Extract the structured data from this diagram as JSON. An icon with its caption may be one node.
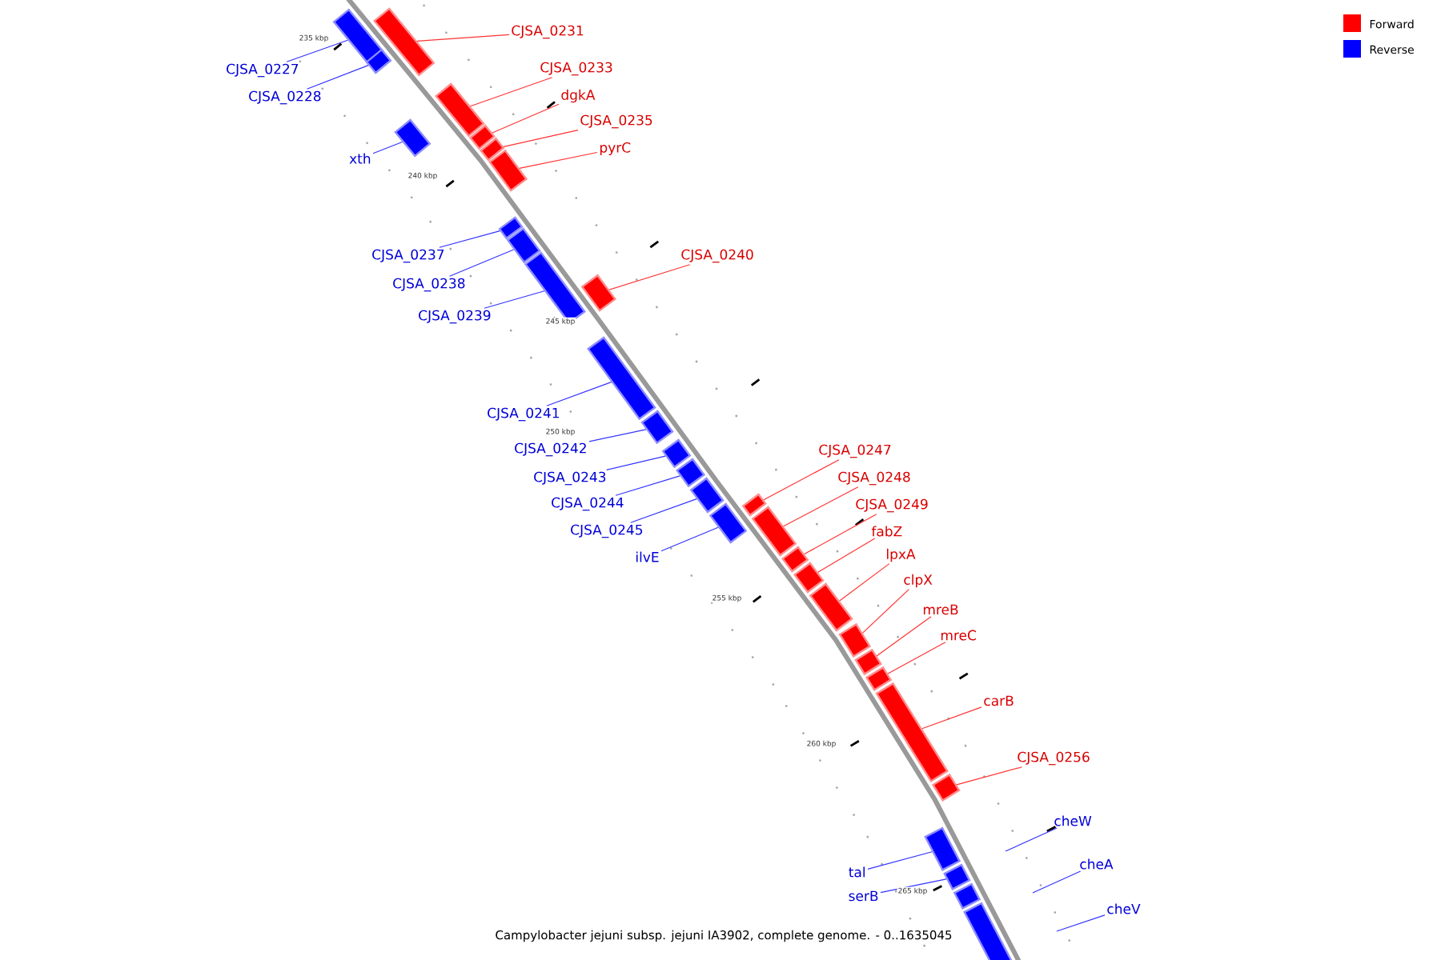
{
  "diagram": {
    "caption": "Campylobacter jejuni subsp. jejuni IA3902, complete genome. - 0..1635045",
    "nodes": [
      {
        "text": [
          "CJSA_0231"
        ]
      },
      {
        "text": [],
        "shape": "bar"
      },
      {
        "text": [
          "CJSA_0227"
        ]
      },
      {
        "text": [],
        "shape": "bar"
      },
      {
        "text": [
          "CJSA_0233"
        ]
      },
      {
        "text": [],
        "shape": "bar"
      },
      {
        "text": [
          "dgkA"
        ]
      },
      {
        "text": [],
        "shape": "bar"
      },
      {
        "text": [
          "CJSA_0228"
        ]
      },
      {
        "text": [],
        "shape": "bar"
      },
      {
        "text": [
          "CJSA_0235"
        ]
      },
      {
        "text": [],
        "shape": "bar"
      },
      {
        "text": [
          "pyrC"
        ]
      },
      {
        "text": [],
        "shape": "bar"
      },
      {
        "text": [
          "xth"
        ]
      },
      {
        "text": [],
        "shape": "bar"
      },
      {
        "text": [
          "CJSA_0237"
        ]
      },
      {
        "text": [],
        "shape": "bar"
      },
      {
        "text": [
          "CJSA_0240"
        ]
      },
      {
        "text": [],
        "shape": "bar"
      },
      {
        "text": [
          "CJSA_0238"
        ]
      },
      {
        "text": [],
        "shape": "bar"
      },
      {
        "text": [
          "CJSA_0239"
        ]
      },
      {
        "text": [],
        "shape": "bar"
      },
      {
        "text": [
          "CJSA_0241"
        ]
      },
      {
        "text": [],
        "shape": "bar"
      },
      {
        "text": [
          "CJSA_0242"
        ]
      },
      {
        "text": [],
        "shape": "bar"
      },
      {
        "text": [
          "CJSA_0247"
        ]
      },
      {
        "text": [],
        "shape": "bar"
      },
      {
        "text": [
          "CJSA_0243"
        ]
      },
      {
        "text": [],
        "shape": "bar"
      },
      {
        "text": [
          "CJSA_0248"
        ]
      },
      {
        "text": [],
        "shape": "bar"
      },
      {
        "text": [
          "CJSA_0244"
        ]
      },
      {
        "text": [],
        "shape": "bar"
      },
      {
        "text": [
          "CJSA_0249"
        ]
      },
      {
        "text": [],
        "shape": "bar"
      },
      {
        "text": [
          "fabZ"
        ]
      },
      {
        "text": [],
        "shape": "bar"
      },
      {
        "text": [
          "CJSA_0245"
        ]
      },
      {
        "text": [],
        "shape": "bar"
      },
      {
        "text": [
          "lpxA"
        ]
      },
      {
        "text": [],
        "shape": "bar"
      },
      {
        "text": [
          "ilvE"
        ]
      },
      {
        "text": [],
        "shape": "bar"
      },
      {
        "text": [
          "clpX"
        ]
      },
      {
        "text": [],
        "shape": "bar"
      },
      {
        "text": [
          "mreB"
        ]
      },
      {
        "text": [],
        "shape": "bar"
      },
      {
        "text": [
          "mreC"
        ]
      },
      {
        "text": [],
        "shape": "bar"
      },
      {
        "text": [
          "carB"
        ]
      },
      {
        "text": [],
        "shape": "bar"
      },
      {
        "text": [
          "CJSA_0256"
        ]
      },
      {
        "text": [],
        "shape": "bar"
      },
      {
        "text": [
          "cheW"
        ]
      },
      {
        "text": [
          "tal"
        ]
      },
      {
        "text": [],
        "shape": "bar"
      },
      {
        "text": [
          "serB"
        ]
      },
      {
        "text": [],
        "shape": "bar"
      },
      {
        "text": [
          "cheA"
        ]
      },
      {
        "text": [
          "cheV"
        ]
      },
      {
        "text": [],
        "shape": "bar"
      },
      {
        "text": [],
        "shape": "bar"
      }
    ],
    "edges": [
      {
        "from": 0,
        "to": 1,
        "arrow": "none",
        "color": "#ff3333"
      },
      {
        "from": 2,
        "to": 3,
        "arrow": "none",
        "color": "#3333ff"
      },
      {
        "from": 4,
        "to": 5,
        "arrow": "none",
        "color": "#ff3333"
      },
      {
        "from": 6,
        "to": 7,
        "arrow": "none",
        "color": "#ff3333"
      },
      {
        "from": 8,
        "to": 9,
        "arrow": "none",
        "color": "#3333ff"
      },
      {
        "from": 10,
        "to": 11,
        "arrow": "none",
        "color": "#ff3333"
      },
      {
        "from": 12,
        "to": 13,
        "arrow": "none",
        "color": "#ff3333"
      },
      {
        "from": 14,
        "to": 15,
        "arrow": "none",
        "color": "#3333ff"
      },
      {
        "from": 16,
        "to": 17,
        "arrow": "none",
        "color": "#3333ff"
      },
      {
        "from": 18,
        "to": 19,
        "arrow": "none",
        "color": "#ff3333"
      },
      {
        "from": 20,
        "to": 21,
        "arrow": "none",
        "color": "#3333ff"
      },
      {
        "from": 22,
        "to": 23,
        "arrow": "none",
        "color": "#3333ff"
      },
      {
        "from": 24,
        "to": 25,
        "arrow": "none",
        "color": "#3333ff"
      },
      {
        "from": 26,
        "to": 27,
        "arrow": "none",
        "color": "#3333ff"
      },
      {
        "from": 28,
        "to": 29,
        "arrow": "none",
        "color": "#ff3333"
      },
      {
        "from": 30,
        "to": 31,
        "arrow": "none",
        "color": "#3333ff"
      },
      {
        "from": 32,
        "to": 33,
        "arrow": "none",
        "color": "#ff3333"
      },
      {
        "from": 34,
        "to": 35,
        "arrow": "none",
        "color": "#3333ff"
      },
      {
        "from": 36,
        "to": 37,
        "arrow": "none",
        "color": "#ff3333"
      },
      {
        "from": 38,
        "to": 39,
        "arrow": "none",
        "color": "#ff3333"
      },
      {
        "from": 40,
        "to": 41,
        "arrow": "none",
        "color": "#3333ff"
      },
      {
        "from": 42,
        "to": 43,
        "arrow": "none",
        "color": "#ff3333"
      },
      {
        "from": 44,
        "to": 45,
        "arrow": "none",
        "color": "#3333ff"
      },
      {
        "from": 46,
        "to": 47,
        "arrow": "none",
        "color": "#ff3333"
      },
      {
        "from": 48,
        "to": 49,
        "arrow": "none",
        "color": "#ff3333"
      },
      {
        "from": 50,
        "to": 51,
        "arrow": "none",
        "color": "#ff3333"
      },
      {
        "from": 52,
        "to": 53,
        "arrow": "none",
        "color": "#ff3333"
      },
      {
        "from": 54,
        "to": 55,
        "arrow": "none",
        "color": "#ff3333"
      },
      {
        "from": 56,
        "to": null,
        "arrow": "none",
        "color": "#3333ff"
      },
      {
        "from": 57,
        "to": 58,
        "arrow": "none",
        "color": "#3333ff"
      },
      {
        "from": 59,
        "to": 60,
        "arrow": "none",
        "color": "#3333ff"
      },
      {
        "from": 61,
        "to": null,
        "arrow": "none",
        "color": "#3333ff"
      },
      {
        "from": 62,
        "to": null,
        "arrow": "none",
        "color": "#3333ff"
      }
    ],
    "labels": [
      "235 kbp",
      "240 kbp",
      "245 kbp",
      "250 kbp",
      "255 kbp",
      "260 kbp",
      "265 kbp"
    ],
    "legend": [
      {
        "text": "Forward",
        "color": "#ff0000"
      },
      {
        "text": "Reverse",
        "color": "#0000ff"
      }
    ]
  }
}
